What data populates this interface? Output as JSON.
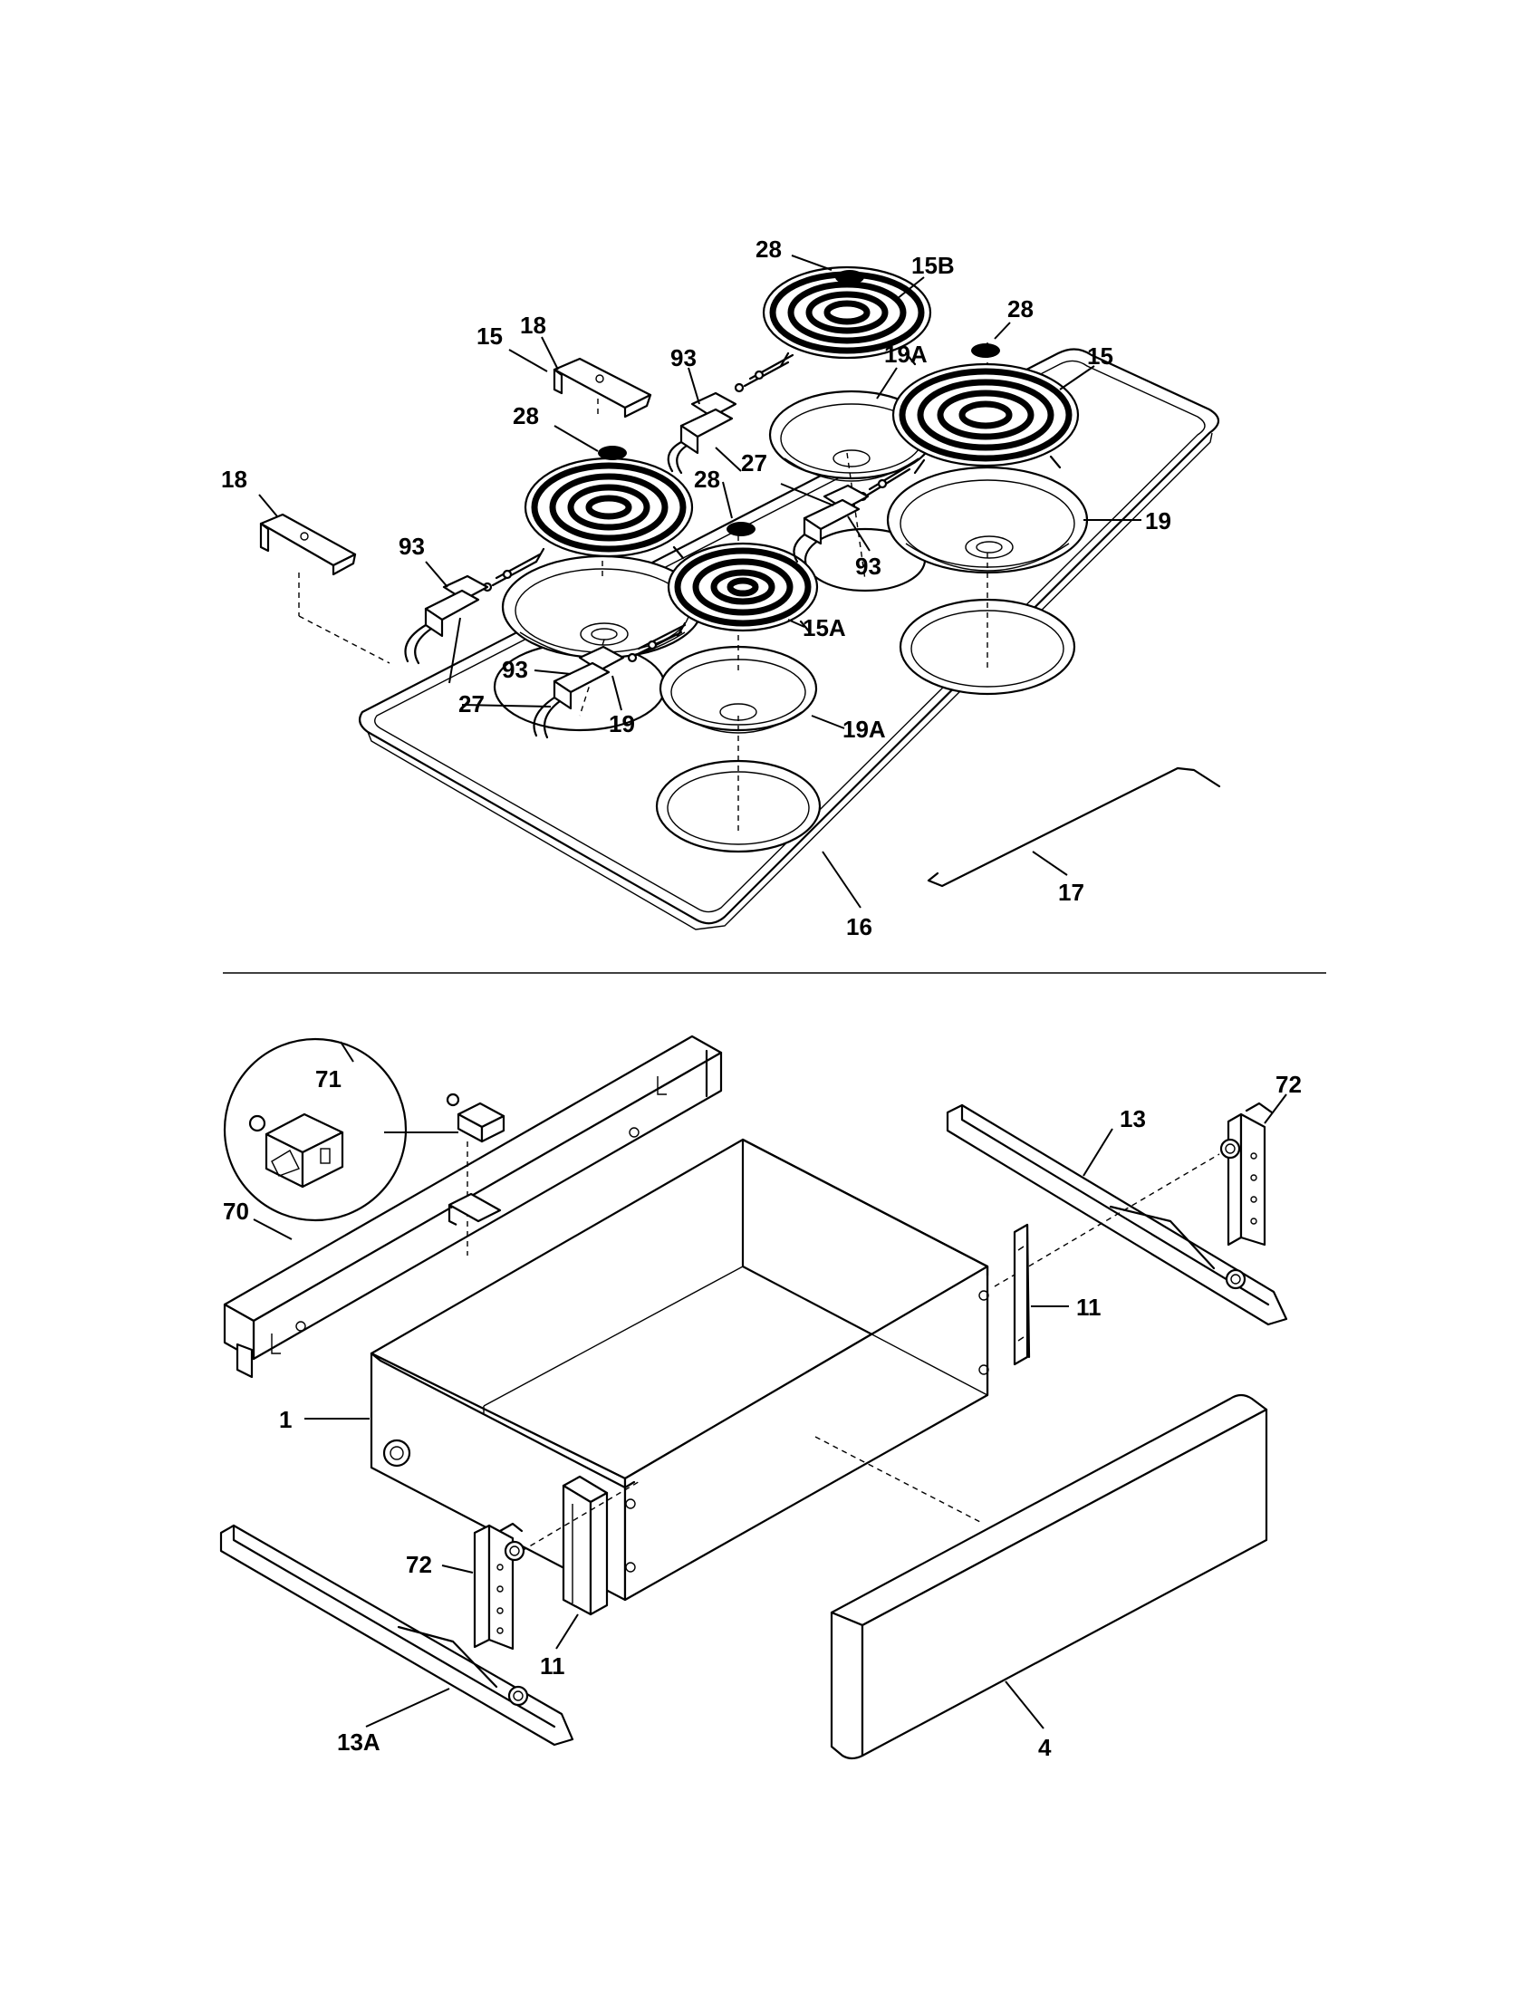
{
  "labels": {
    "cap_15b": "28",
    "coil_15b": "15B",
    "cap_15r": "28",
    "coil_15r": "15",
    "bracket_top": "18",
    "switch_top": "93",
    "bowl_19a_top": "19A",
    "cap_15l": "28",
    "coil_15l": "15",
    "block_27_mid": "27",
    "cap_15a": "28",
    "bracket_left": "18",
    "switch_left": "93",
    "bowl_19_right": "19",
    "switch_right": "93",
    "coil_15a": "15A",
    "switch_bottom": "93",
    "block_27_left": "27",
    "bowl_19_left": "19",
    "bowl_19a_bottom": "19A",
    "rod": "17",
    "cooktop": "16",
    "receptacle": "71",
    "rail_left": "70",
    "slide_right": "13",
    "bracket_right": "72",
    "drawer_box": "1",
    "support_right": "11",
    "bracket_left_low": "72",
    "support_left": "11",
    "slide_left": "13A",
    "drawer_front": "4"
  }
}
